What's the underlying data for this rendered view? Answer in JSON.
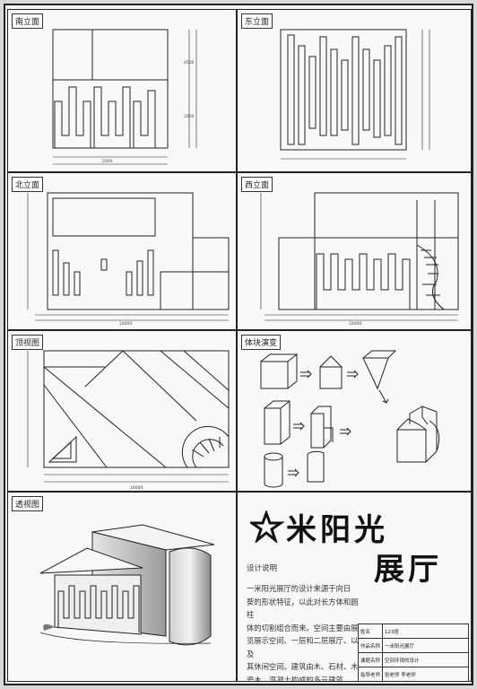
{
  "panels": {
    "south_elevation": "南立面",
    "east_elevation": "东立面",
    "north_elevation": "北立面",
    "west_elevation": "西立面",
    "top_view": "顶视图",
    "form_derivation": "体块演变",
    "perspective": "透视图"
  },
  "title": {
    "line1": "米阳光",
    "line2": "展厅"
  },
  "design_notes": {
    "heading": "设计说明",
    "lines": [
      "一米阳光展厅的设计来源于向日",
      "葵的形状特征，以此对长方体和圆柱",
      "体的切割组合而来。空间主要由展",
      "览展示空间、一层和二层展厅、以及",
      "其休闲空间。建筑由木、石材、木",
      "瓷木、混凝土构成的多元建筑。"
    ]
  },
  "info_table": {
    "rows": [
      {
        "label": "姓名",
        "value": "123班"
      },
      {
        "label": "作品名称",
        "value": "一米阳光展厅"
      },
      {
        "label": "课题名称",
        "value": "空间环境的设计"
      },
      {
        "label": "指导老师",
        "value": "张老师 李老师"
      }
    ]
  },
  "dimensions": {
    "south": {
      "width": "2000",
      "h1": "4500",
      "h2": "2000"
    },
    "north_total": "16000",
    "west_total": "16000",
    "top_total": "16000"
  }
}
